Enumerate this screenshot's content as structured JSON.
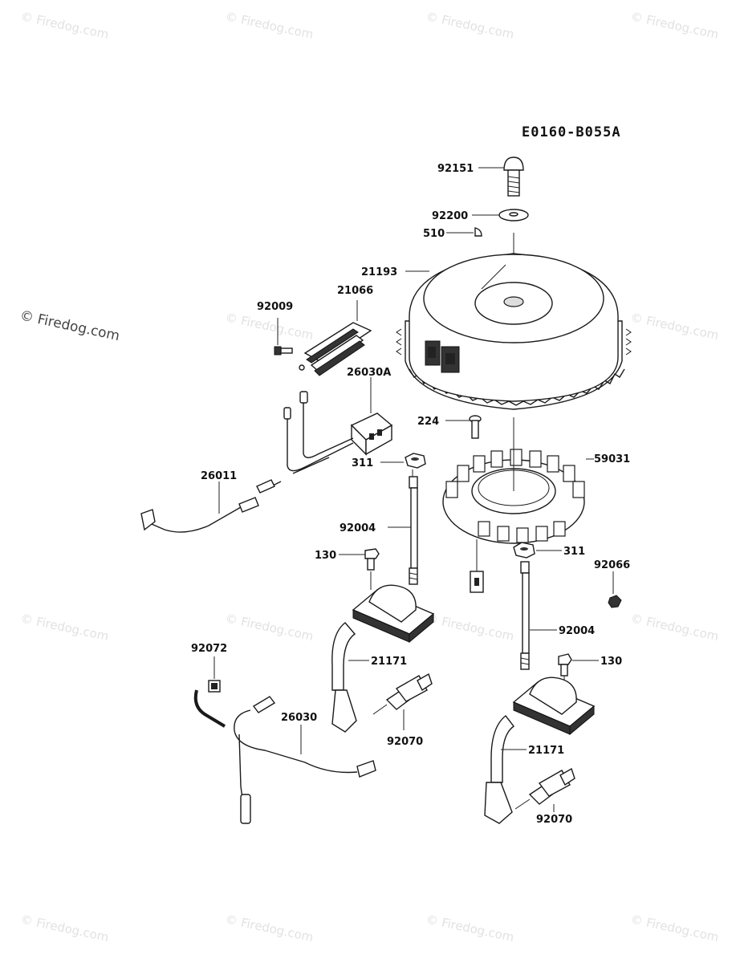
{
  "diagram_code": "E0160-B055A",
  "watermark": "© Firedog.com",
  "callouts": {
    "p92151": "92151",
    "p92200": "92200",
    "p510": "510",
    "p21193": "21193",
    "p92009": "92009",
    "p21066": "21066",
    "p26030A": "26030A",
    "p224": "224",
    "p59031": "59031",
    "p311a": "311",
    "p26011": "26011",
    "p92004a": "92004",
    "p130a": "130",
    "p311b": "311",
    "p92066": "92066",
    "p92004b": "92004",
    "p130b": "130",
    "p92072": "92072",
    "p21171a": "21171",
    "p26030": "26030",
    "p92070a": "92070",
    "p21171b": "21171",
    "p92070b": "92070"
  }
}
